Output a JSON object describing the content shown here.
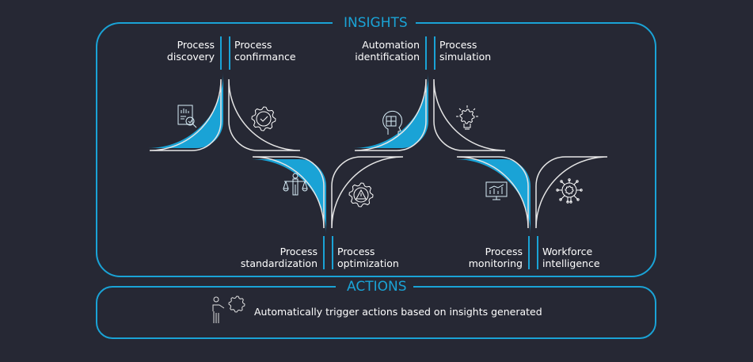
{
  "colors": {
    "background": "#262834",
    "accent": "#1aa3d6",
    "outline": "#e6e6e6",
    "text": "#ffffff"
  },
  "insights": {
    "title": "INSIGHTS",
    "steps": [
      {
        "label_line1": "Process",
        "label_line2": "discovery",
        "icon": "report-search-icon",
        "filled": true
      },
      {
        "label_line1": "Process",
        "label_line2": "confirmance",
        "icon": "gear-check-icon",
        "filled": false
      },
      {
        "label_line1": "Process",
        "label_line2": "standardization",
        "icon": "person-scales-icon",
        "filled": true
      },
      {
        "label_line1": "Process",
        "label_line2": "optimization",
        "icon": "gear-warning-icon",
        "filled": false
      },
      {
        "label_line1": "Automation",
        "label_line2": "identification",
        "icon": "head-puzzle-icon",
        "filled": true
      },
      {
        "label_line1": "Process",
        "label_line2": "simulation",
        "icon": "lightbulb-gear-icon",
        "filled": false
      },
      {
        "label_line1": "Process",
        "label_line2": "monitoring",
        "icon": "monitor-chart-icon",
        "filled": true
      },
      {
        "label_line1": "Workforce",
        "label_line2": "intelligence",
        "icon": "circuit-chip-icon",
        "filled": false
      }
    ]
  },
  "actions": {
    "title": "ACTIONS",
    "icon": "person-gear-icon",
    "text": "Automatically trigger actions based on insights generated"
  }
}
